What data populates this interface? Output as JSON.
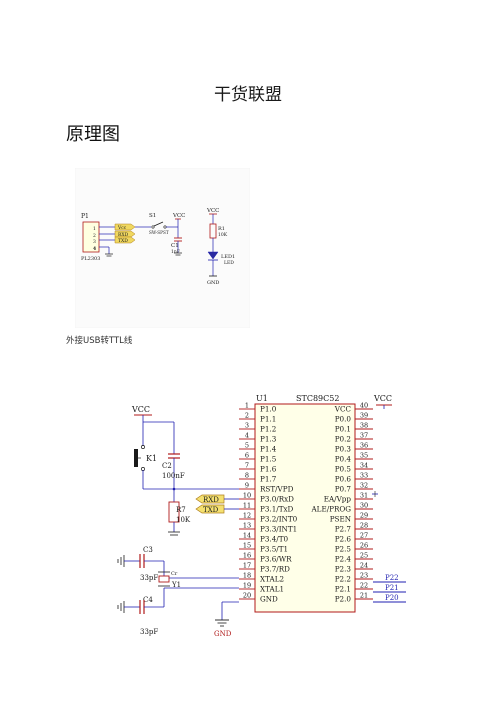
{
  "document": {
    "title": "干货联盟",
    "section_heading": "原理图",
    "caption": "外接USB转TTL线"
  },
  "schematic1": {
    "p1": {
      "ref": "P1",
      "part": "PL2303",
      "pins": [
        "1",
        "2",
        "3",
        "4"
      ],
      "nets": [
        "Vcc",
        "RXD",
        "TXD"
      ]
    },
    "s1": {
      "ref": "S1",
      "part": "SW-SPST",
      "net": "VCC"
    },
    "c1": {
      "ref": "C1",
      "value": "1nF"
    },
    "r1": {
      "ref": "R1",
      "value": "10K",
      "net": "VCC"
    },
    "led": {
      "ref": "LED1",
      "part": "LED",
      "gnd": "GND"
    },
    "colors": {
      "wire": "#1f1fb0",
      "part": "#b01a1a",
      "label": "#c8a020"
    }
  },
  "schematic2": {
    "u1": {
      "ref": "U1",
      "part": "STC89C52",
      "left_pins": [
        {
          "num": "1",
          "name": "P1.0"
        },
        {
          "num": "2",
          "name": "P1.1"
        },
        {
          "num": "3",
          "name": "P1.2"
        },
        {
          "num": "4",
          "name": "P1.3"
        },
        {
          "num": "5",
          "name": "P1.4"
        },
        {
          "num": "6",
          "name": "P1.5"
        },
        {
          "num": "7",
          "name": "P1.6"
        },
        {
          "num": "8",
          "name": "P1.7"
        },
        {
          "num": "9",
          "name": "RST/VPD"
        },
        {
          "num": "10",
          "name": "P3.0/RxD"
        },
        {
          "num": "11",
          "name": "P3.1/TxD"
        },
        {
          "num": "12",
          "name": "P3.2/INT0"
        },
        {
          "num": "13",
          "name": "P3.3/INT1"
        },
        {
          "num": "14",
          "name": "P3.4/T0"
        },
        {
          "num": "15",
          "name": "P3.5/T1"
        },
        {
          "num": "16",
          "name": "P3.6/WR"
        },
        {
          "num": "17",
          "name": "P3.7/RD"
        },
        {
          "num": "18",
          "name": "XTAL2"
        },
        {
          "num": "19",
          "name": "XTAL1"
        },
        {
          "num": "20",
          "name": "GND"
        }
      ],
      "right_pins": [
        {
          "num": "40",
          "name": "VCC"
        },
        {
          "num": "39",
          "name": "P0.0"
        },
        {
          "num": "38",
          "name": "P0.1"
        },
        {
          "num": "37",
          "name": "P0.2"
        },
        {
          "num": "36",
          "name": "P0.3"
        },
        {
          "num": "35",
          "name": "P0.4"
        },
        {
          "num": "34",
          "name": "P0.5"
        },
        {
          "num": "33",
          "name": "P0.6"
        },
        {
          "num": "32",
          "name": "P0.7"
        },
        {
          "num": "31",
          "name": "EA/Vpp"
        },
        {
          "num": "30",
          "name": "ALE/PROG"
        },
        {
          "num": "29",
          "name": "PSEN"
        },
        {
          "num": "28",
          "name": "P2.7"
        },
        {
          "num": "27",
          "name": "P2.6"
        },
        {
          "num": "26",
          "name": "P2.5"
        },
        {
          "num": "25",
          "name": "P2.4"
        },
        {
          "num": "24",
          "name": "P2.3"
        },
        {
          "num": "23",
          "name": "P2.2"
        },
        {
          "num": "22",
          "name": "P2.1"
        },
        {
          "num": "21",
          "name": "P2.0"
        }
      ]
    },
    "vcc_left": "VCC",
    "vcc_right": "VCC",
    "gnd": "GND",
    "k1": {
      "ref": "K1"
    },
    "c2": {
      "ref": "C2",
      "value": "100nF"
    },
    "r7": {
      "ref": "R7",
      "value": "10K"
    },
    "rxd": "RXD",
    "txd": "TXD",
    "c3": {
      "ref": "C3",
      "value": "33pF"
    },
    "c4": {
      "ref": "C4",
      "value": "33pF"
    },
    "y1": {
      "ref": "Y1",
      "tag": "Cr"
    },
    "nets_out": [
      "P22",
      "P21",
      "P20"
    ],
    "colors": {
      "wire": "#1f1fb0",
      "part": "#b01a1a",
      "ic_fill": "#ffffe8",
      "label": "#e0c040",
      "text": "#1a1a1a"
    }
  }
}
